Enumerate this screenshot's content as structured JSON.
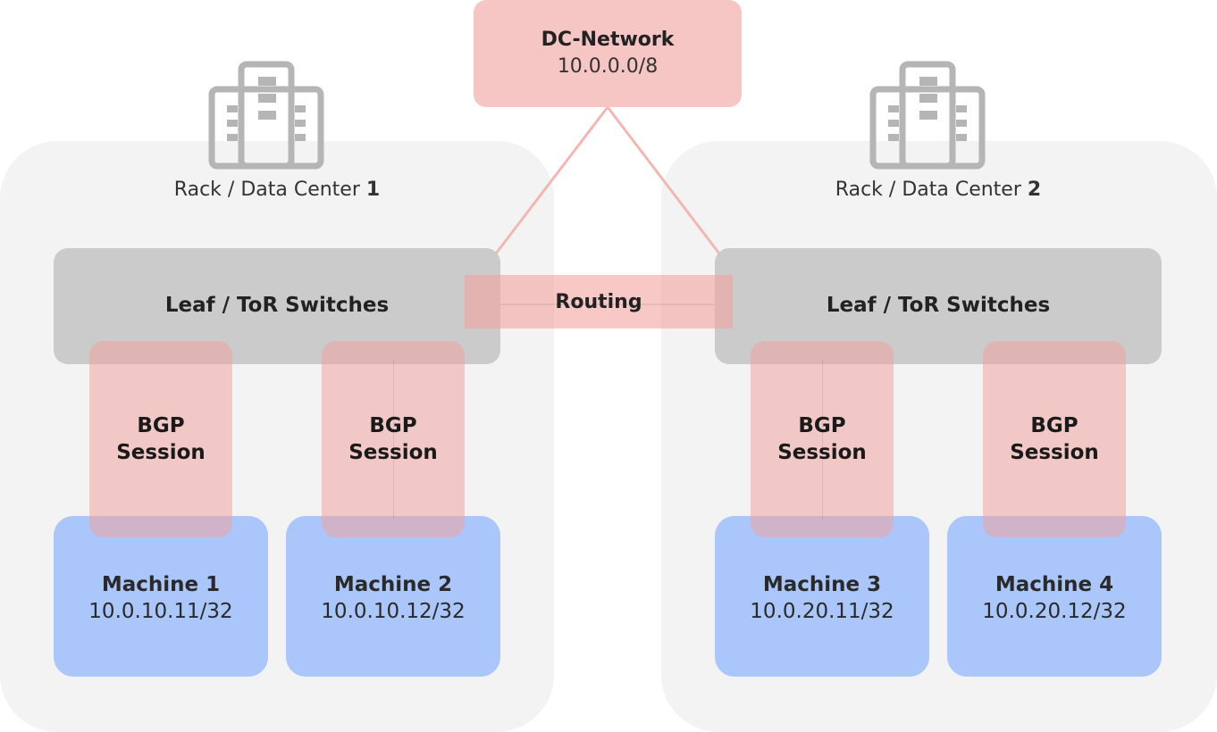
{
  "dc_network": {
    "title": "DC-Network",
    "cidr": "10.0.0.0/8"
  },
  "routing_label": "Routing",
  "racks": [
    {
      "label_prefix": "Rack / Data Center ",
      "label_number": "1",
      "leaf_label": "Leaf / ToR Switches",
      "icon": "building-icon"
    },
    {
      "label_prefix": "Rack / Data Center ",
      "label_number": "2",
      "leaf_label": "Leaf / ToR Switches",
      "icon": "building-icon"
    }
  ],
  "bgp": {
    "line1": "BGP",
    "line2": "Session"
  },
  "machines": [
    {
      "name": "Machine 1",
      "ip": "10.0.10.11/32"
    },
    {
      "name": "Machine 2",
      "ip": "10.0.10.12/32"
    },
    {
      "name": "Machine 3",
      "ip": "10.0.20.11/32"
    },
    {
      "name": "Machine 4",
      "ip": "10.0.20.12/32"
    }
  ],
  "colors": {
    "rack_bg": "#f3f3f3",
    "leaf_bg": "#cbcbcb",
    "machine_bg": "#abc6fa",
    "bgp_overlay": "#f1a4a0",
    "dc_network_bg": "#f5c6c4",
    "icon_gray": "#b5b5b5"
  }
}
